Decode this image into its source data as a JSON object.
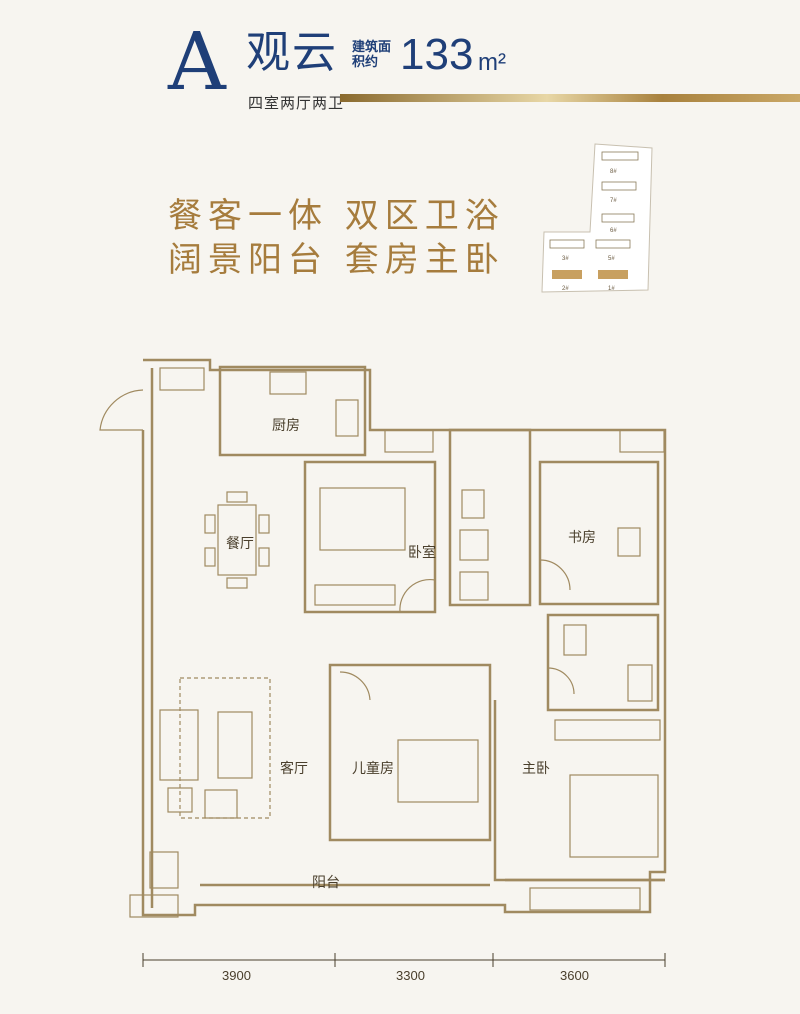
{
  "header": {
    "unit_letter": "A",
    "unit_name": "观云",
    "area_label": "建筑面积约",
    "area_value": "133",
    "area_unit": "m²",
    "layout": "四室两厅两卫"
  },
  "taglines": [
    "餐客一体 双区卫浴",
    "阔景阳台 套房主卧"
  ],
  "site_plan": {
    "buildings": [
      "1#",
      "2#",
      "3#",
      "5#",
      "6#",
      "7#",
      "8#"
    ]
  },
  "rooms": {
    "kitchen": "厨房",
    "dining": "餐厅",
    "bedroom": "卧室",
    "study": "书房",
    "living": "客厅",
    "kids_room": "儿童房",
    "master_bedroom": "主卧",
    "balcony": "阳台"
  },
  "dimensions": [
    "3900",
    "3300",
    "3600"
  ],
  "colors": {
    "wall": "#a08a60",
    "title_blue": "#1f3f78",
    "tagline_gold": "#a67c3d"
  }
}
